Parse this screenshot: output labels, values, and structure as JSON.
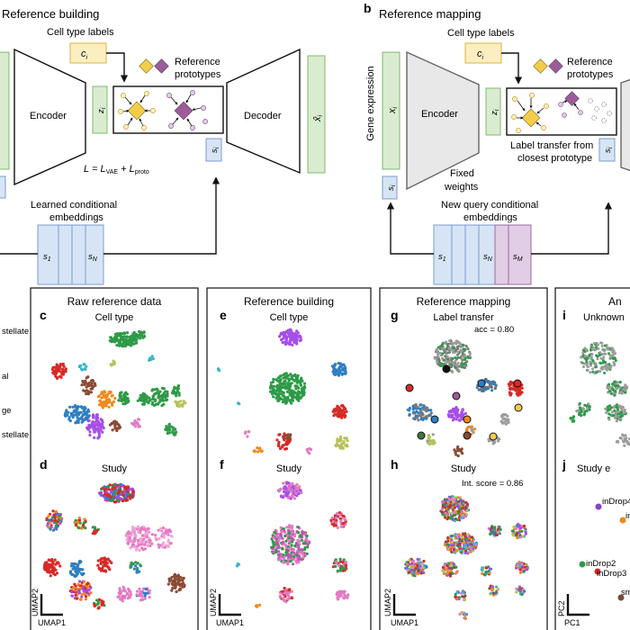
{
  "top": {
    "a": {
      "title": "Reference building",
      "cell_type_labels": "Cell type labels",
      "ci": "c",
      "ci_sub": "i",
      "zi": "z",
      "zi_sub": "i",
      "si": "s",
      "si_sub": "i",
      "encoder": "Encoder",
      "decoder": "Decoder",
      "xhat": "x̂",
      "xhat_sub": "i",
      "reference_prototypes_1": "Reference",
      "reference_prototypes_2": "prototypes",
      "loss": "L = L",
      "loss_sub1": "VAE",
      "loss_plus": " + L",
      "loss_sub2": "proto",
      "learned_1": "Learned conditional",
      "learned_2": "embeddings",
      "s1": "s",
      "s1_sub": "1",
      "sN": "s",
      "sN_sub": "N"
    },
    "b": {
      "letter": "b",
      "title": "Reference mapping",
      "cell_type_labels": "Cell type labels",
      "ci": "c",
      "ci_sub": "i",
      "gene_expression": "Gene expression",
      "xi": "x",
      "xi_sub": "i",
      "zi": "z",
      "zi_sub": "i",
      "si": "s",
      "si_sub": "i",
      "encoder": "Encoder",
      "reference_prototypes_1": "Reference",
      "reference_prototypes_2": "prototypes",
      "label_transfer_1": "Label transfer from",
      "label_transfer_2": "closest prototype",
      "fixed_1": "Fixed",
      "fixed_2": "weights",
      "new_query_1": "New query conditional",
      "new_query_2": "embeddings",
      "s1": "s",
      "s1_sub": "1",
      "sN": "s",
      "sN_sub": "N",
      "sM": "s",
      "sM_sub": "M"
    }
  },
  "legend": [
    "stellate",
    "al",
    "ge",
    "stellate"
  ],
  "panels": {
    "raw": {
      "header": "Raw reference data",
      "c_letter": "c",
      "c_title": "Cell type",
      "d_letter": "d",
      "d_title": "Study",
      "xaxis": "UMAP1",
      "yaxis": "UMAP2"
    },
    "build": {
      "header": "Reference building",
      "e_letter": "e",
      "e_title": "Cell type",
      "f_letter": "f",
      "f_title": "Study",
      "xaxis": "UMAP1",
      "yaxis": "UMAP2"
    },
    "map": {
      "header": "Reference mapping",
      "g_letter": "g",
      "g_title": "Label transfer",
      "acc": "acc = 0.80",
      "h_letter": "h",
      "h_title": "Study",
      "int_score": "Int. score = 0.86",
      "xaxis": "UMAP1",
      "yaxis": "UMAP2"
    },
    "partial": {
      "header": "An",
      "i_letter": "i",
      "i_title": "Unknown",
      "j_letter": "j",
      "j_title": "Study e",
      "labels": [
        "inDrop4",
        "in",
        "inDrop2",
        "inDrop3",
        "sm"
      ],
      "xaxis": "PC1",
      "yaxis": "PC2"
    }
  },
  "colors": {
    "green_box": "#d9ecd0",
    "green_border": "#7dbb6a",
    "blue_box": "#d6e4f5",
    "blue_border": "#7a9cd0",
    "yellow_box": "#fbefc2",
    "yellow_border": "#d9b640",
    "purple_box": "#e2cde6",
    "purple_border": "#9a6aa4",
    "proto_yellow": "#f5cc4a",
    "proto_purple": "#9c5c9a"
  }
}
